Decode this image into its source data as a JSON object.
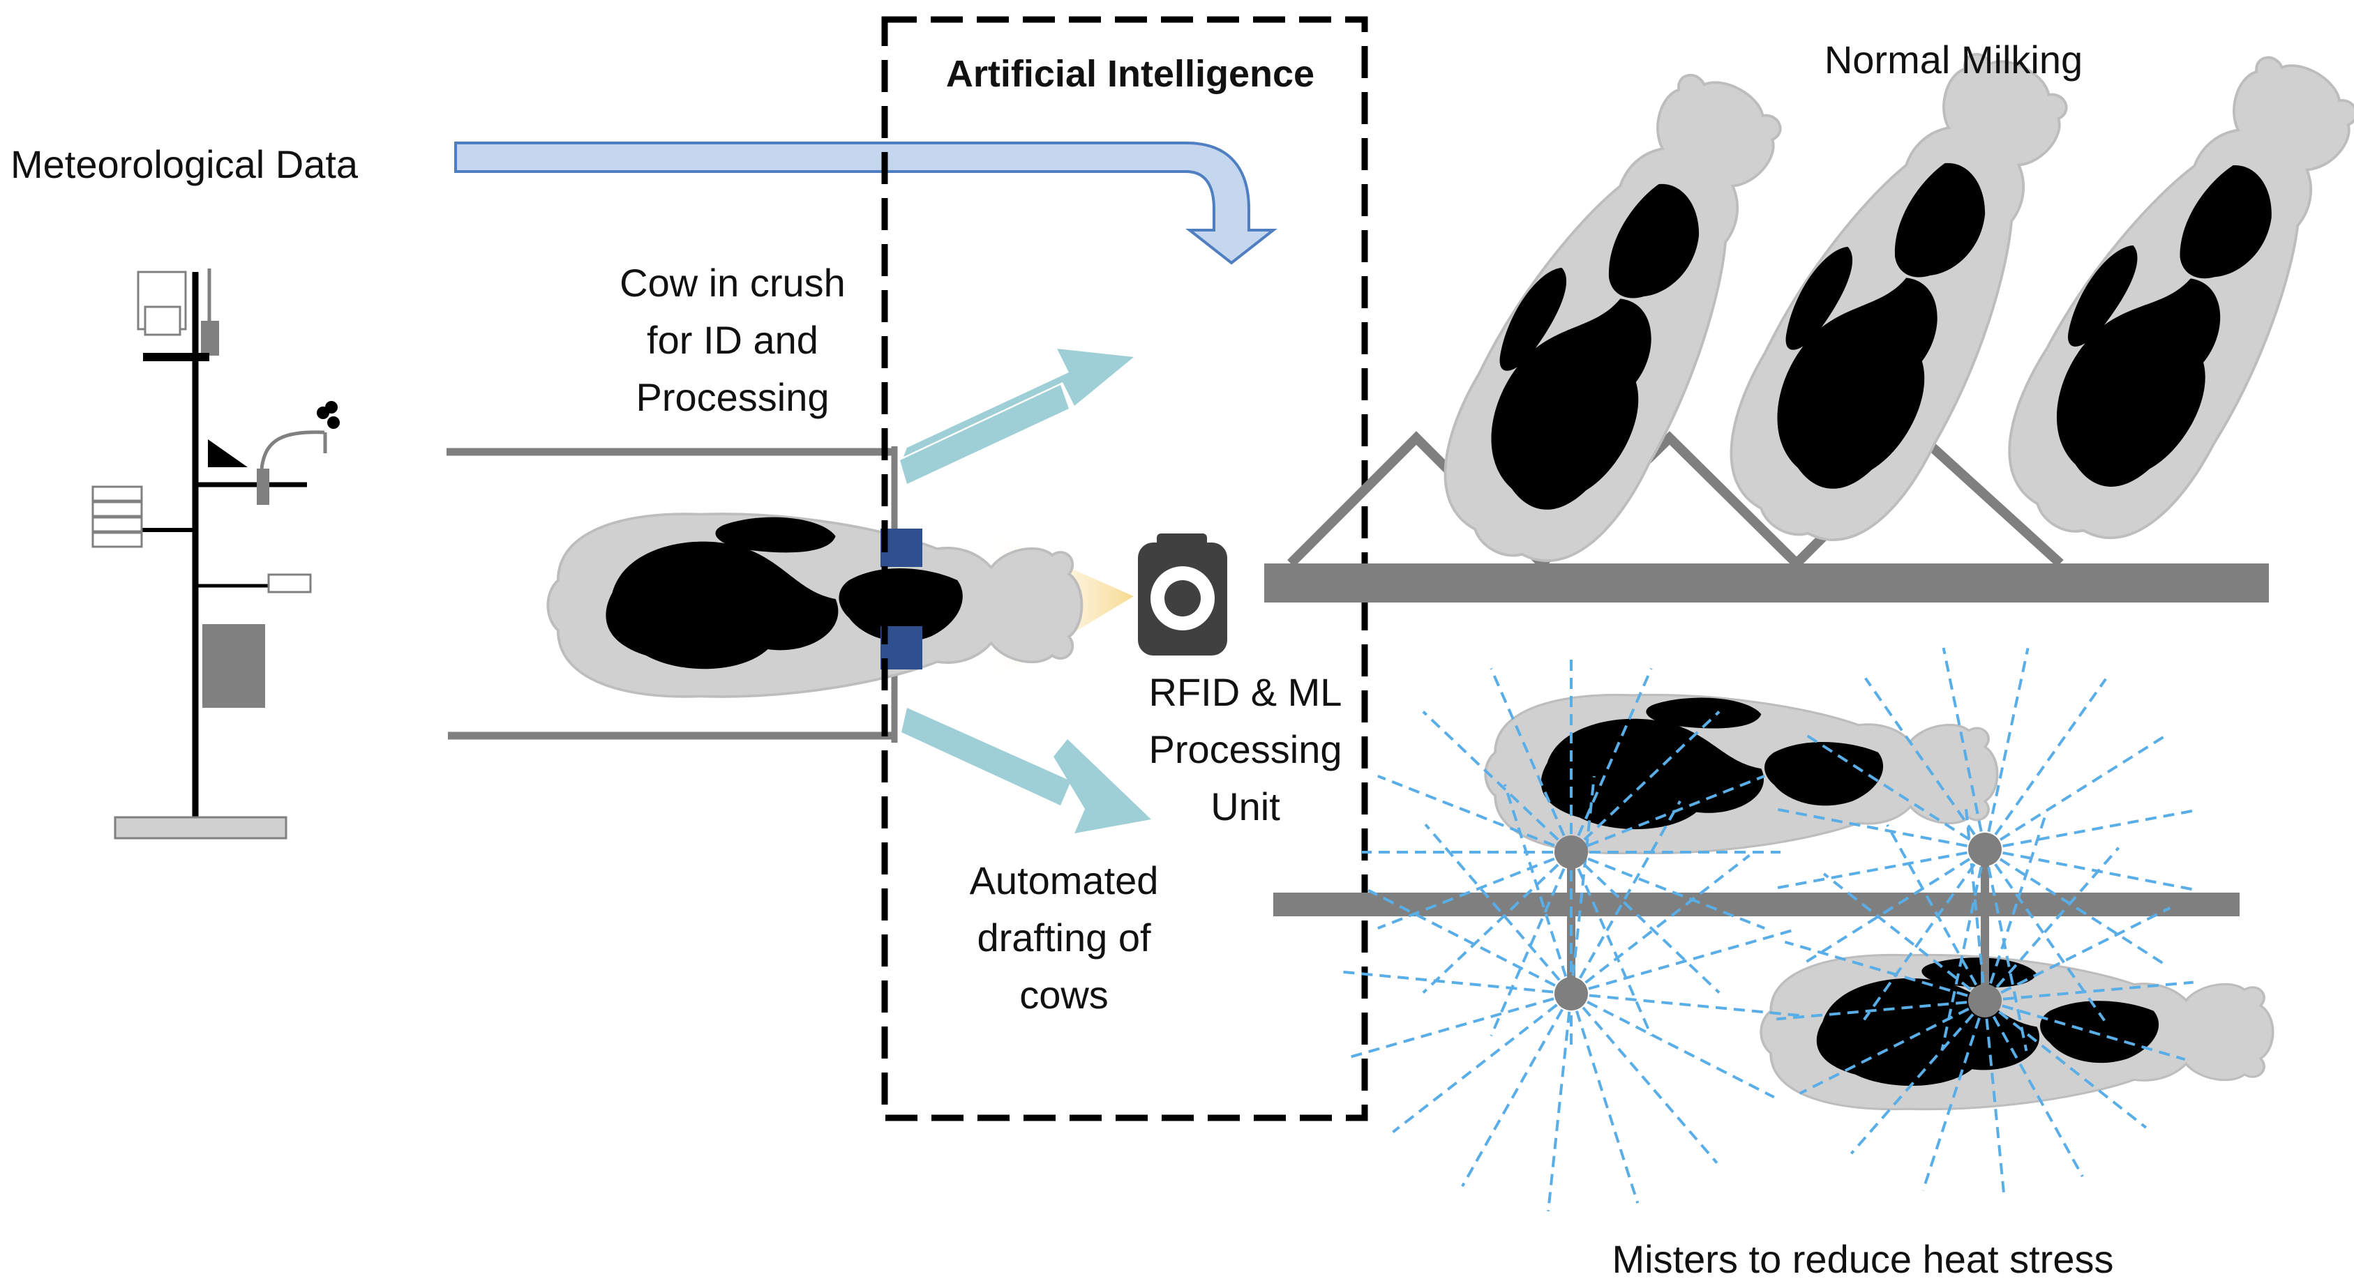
{
  "labels": {
    "meteorological": "Meteorological Data",
    "ai": "Artificial Intelligence",
    "normal_milking": "Normal Milking",
    "crush": [
      "Cow in crush",
      "for ID and",
      "Processing"
    ],
    "rfid": [
      "RFID & ML",
      "Processing",
      "Unit"
    ],
    "drafting": [
      "Automated",
      "drafting of",
      "cows"
    ],
    "misters": "Misters to reduce heat stress"
  },
  "colors": {
    "ink": "#111111",
    "rail": "#7f7f7f",
    "cow_body": "#d0d0d0",
    "cow_spot": "#000000",
    "flow_arrow": "#9fcfd6",
    "data_arrow_fill": "#c5d7ef",
    "data_arrow_stroke": "#4f7fc1",
    "mist": "#5aaee8",
    "camera": "#404040",
    "gate": "#2f4f8f",
    "light_beam": "#f7d88a"
  },
  "icons": [
    "weather-station-icon",
    "camera-icon",
    "cow-icon",
    "mister-nozzle-icon"
  ]
}
